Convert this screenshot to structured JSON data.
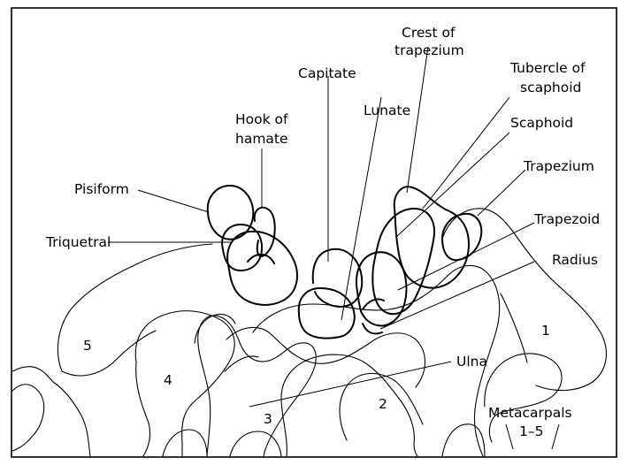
{
  "labels": {
    "crest_of_trapezium": [
      "Crest of",
      "trapezium"
    ],
    "tubercle_of_scaphoid": [
      "Tubercle of",
      "scaphoid"
    ],
    "capitate": "Capitate",
    "hook_of_hamate": [
      "Hook of",
      "hamate"
    ],
    "lunate": "Lunate",
    "scaphoid": "Scaphoid",
    "trapezium": "Trapezium",
    "pisiform": "Pisiform",
    "trapezoid": "Trapezoid",
    "triquetral": "Triquetral",
    "radius": "Radius",
    "ulna": "Ulna",
    "metacarpals": [
      "Metacarpals",
      "1–5"
    ]
  },
  "metacarpal_numbers": [
    "1",
    "2",
    "3",
    "4",
    "5"
  ]
}
